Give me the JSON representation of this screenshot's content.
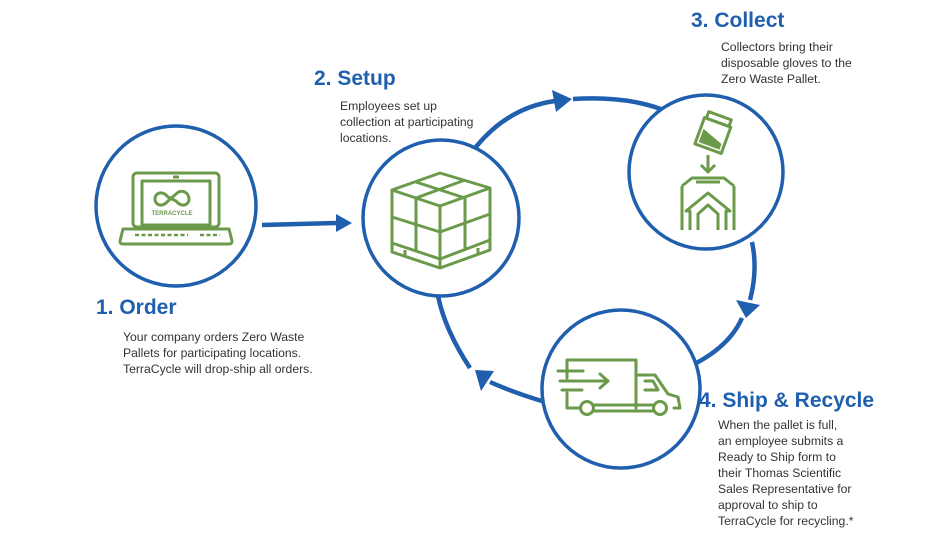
{
  "colors": {
    "blue": "#1f5fae",
    "green": "#6a9a4a",
    "text": "#333333"
  },
  "steps": [
    {
      "heading": "1. Order",
      "icon": "laptop-terracycle-icon",
      "logo_text": "TERRACYCLE",
      "lines": [
        "Your company orders Zero Waste",
        "Pallets for participating locations.",
        "TerraCycle will drop-ship all orders."
      ]
    },
    {
      "heading": "2. Setup",
      "icon": "pallet-boxes-icon",
      "lines": [
        "Employees set up",
        "collection at participating",
        "locations."
      ]
    },
    {
      "heading": "3. Collect",
      "icon": "glove-drop-box-icon",
      "lines": [
        "Collectors bring their",
        "disposable gloves to the",
        "Zero Waste Pallet."
      ]
    },
    {
      "heading": "4. Ship & Recycle",
      "icon": "delivery-truck-icon",
      "lines": [
        "When the pallet is full,",
        "an employee submits a",
        "Ready to Ship form to",
        "their Thomas Scientific",
        "Sales Representative for",
        "approval to ship to",
        "TerraCycle for recycling.*"
      ]
    }
  ]
}
